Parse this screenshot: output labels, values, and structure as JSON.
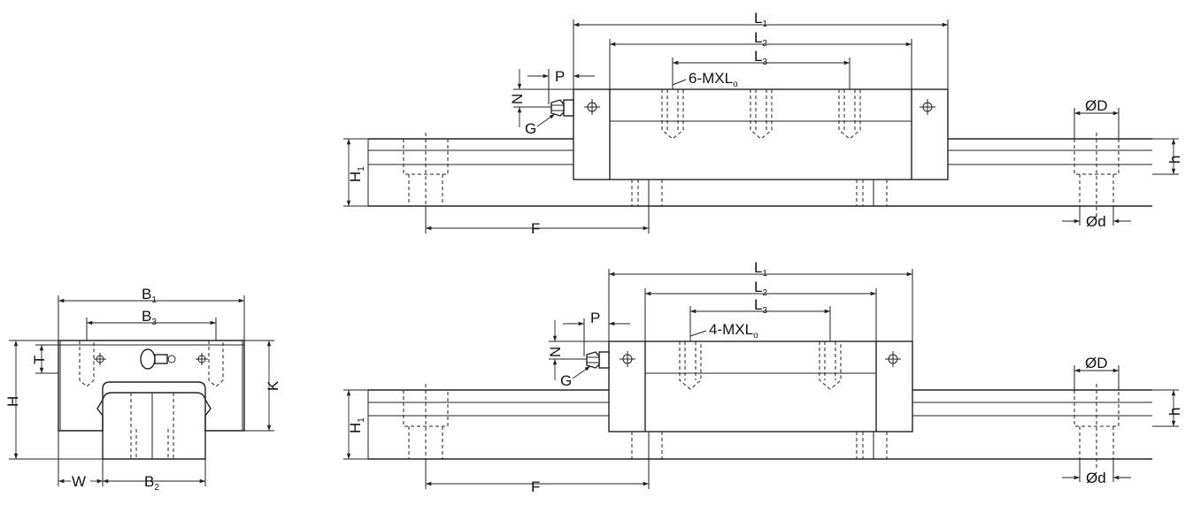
{
  "top_view": {
    "L1": {
      "main": "L",
      "sub": "1"
    },
    "L2": {
      "main": "L",
      "sub": "2"
    },
    "L3": {
      "main": "L",
      "sub": "3"
    },
    "holes": {
      "main": "6-MXL",
      "sub": "o"
    },
    "P": "P",
    "N": "N",
    "G": "G",
    "H1": {
      "main": "H",
      "sub": "1"
    },
    "F": "F",
    "OD": "ØD",
    "Od": "Ød",
    "h": "h"
  },
  "bottom_view": {
    "L1": {
      "main": "L",
      "sub": "1"
    },
    "L2": {
      "main": "L",
      "sub": "2"
    },
    "L3": {
      "main": "L",
      "sub": "3"
    },
    "holes": {
      "main": "4-MXL",
      "sub": "o"
    },
    "P": "P",
    "N": "N",
    "G": "G",
    "H1": {
      "main": "H",
      "sub": "1"
    },
    "F": "F",
    "OD": "ØD",
    "Od": "Ød",
    "h": "h"
  },
  "end_view": {
    "B1": {
      "main": "B",
      "sub": "1"
    },
    "B3": {
      "main": "B",
      "sub": "3"
    },
    "B2": {
      "main": "B",
      "sub": "2"
    },
    "H": "H",
    "K": "K",
    "T": "T",
    "W": "W"
  }
}
